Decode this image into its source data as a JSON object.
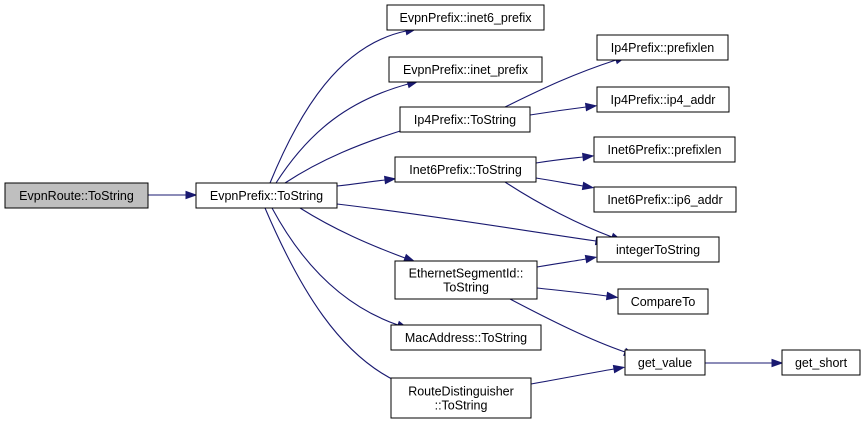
{
  "graph": {
    "root_fill": "#bfbfbf",
    "node_fill": "#ffffff",
    "edge_color": "#191970",
    "nodes": [
      {
        "id": "root",
        "lines": [
          "EvpnRoute::ToString"
        ]
      },
      {
        "id": "epts",
        "lines": [
          "EvpnPrefix::ToString"
        ]
      },
      {
        "id": "inet6p",
        "lines": [
          "EvpnPrefix::inet6_prefix"
        ]
      },
      {
        "id": "inetp",
        "lines": [
          "EvpnPrefix::inet_prefix"
        ]
      },
      {
        "id": "ip4ts",
        "lines": [
          "Ip4Prefix::ToString"
        ]
      },
      {
        "id": "i6ts",
        "lines": [
          "Inet6Prefix::ToString"
        ]
      },
      {
        "id": "ethseg",
        "lines": [
          "EthernetSegmentId::",
          "ToString"
        ]
      },
      {
        "id": "macts",
        "lines": [
          "MacAddress::ToString"
        ]
      },
      {
        "id": "rdts",
        "lines": [
          "RouteDistinguisher",
          "::ToString"
        ]
      },
      {
        "id": "ip4plen",
        "lines": [
          "Ip4Prefix::prefixlen"
        ]
      },
      {
        "id": "ip4addr",
        "lines": [
          "Ip4Prefix::ip4_addr"
        ]
      },
      {
        "id": "i6plen",
        "lines": [
          "Inet6Prefix::prefixlen"
        ]
      },
      {
        "id": "i6addr",
        "lines": [
          "Inet6Prefix::ip6_addr"
        ]
      },
      {
        "id": "intts",
        "lines": [
          "integerToString"
        ]
      },
      {
        "id": "cmp",
        "lines": [
          "CompareTo"
        ]
      },
      {
        "id": "getval",
        "lines": [
          "get_value"
        ]
      },
      {
        "id": "getshort",
        "lines": [
          "get_short"
        ]
      }
    ],
    "edges": [
      [
        "root",
        "epts"
      ],
      [
        "epts",
        "inet6p"
      ],
      [
        "epts",
        "inetp"
      ],
      [
        "epts",
        "ip4ts"
      ],
      [
        "epts",
        "i6ts"
      ],
      [
        "epts",
        "intts"
      ],
      [
        "epts",
        "ethseg"
      ],
      [
        "epts",
        "macts"
      ],
      [
        "epts",
        "rdts"
      ],
      [
        "ip4ts",
        "ip4plen"
      ],
      [
        "ip4ts",
        "ip4addr"
      ],
      [
        "i6ts",
        "i6plen"
      ],
      [
        "i6ts",
        "i6addr"
      ],
      [
        "i6ts",
        "intts"
      ],
      [
        "ethseg",
        "intts"
      ],
      [
        "ethseg",
        "cmp"
      ],
      [
        "ethseg",
        "getval"
      ],
      [
        "rdts",
        "getval"
      ],
      [
        "getval",
        "getshort"
      ]
    ]
  }
}
